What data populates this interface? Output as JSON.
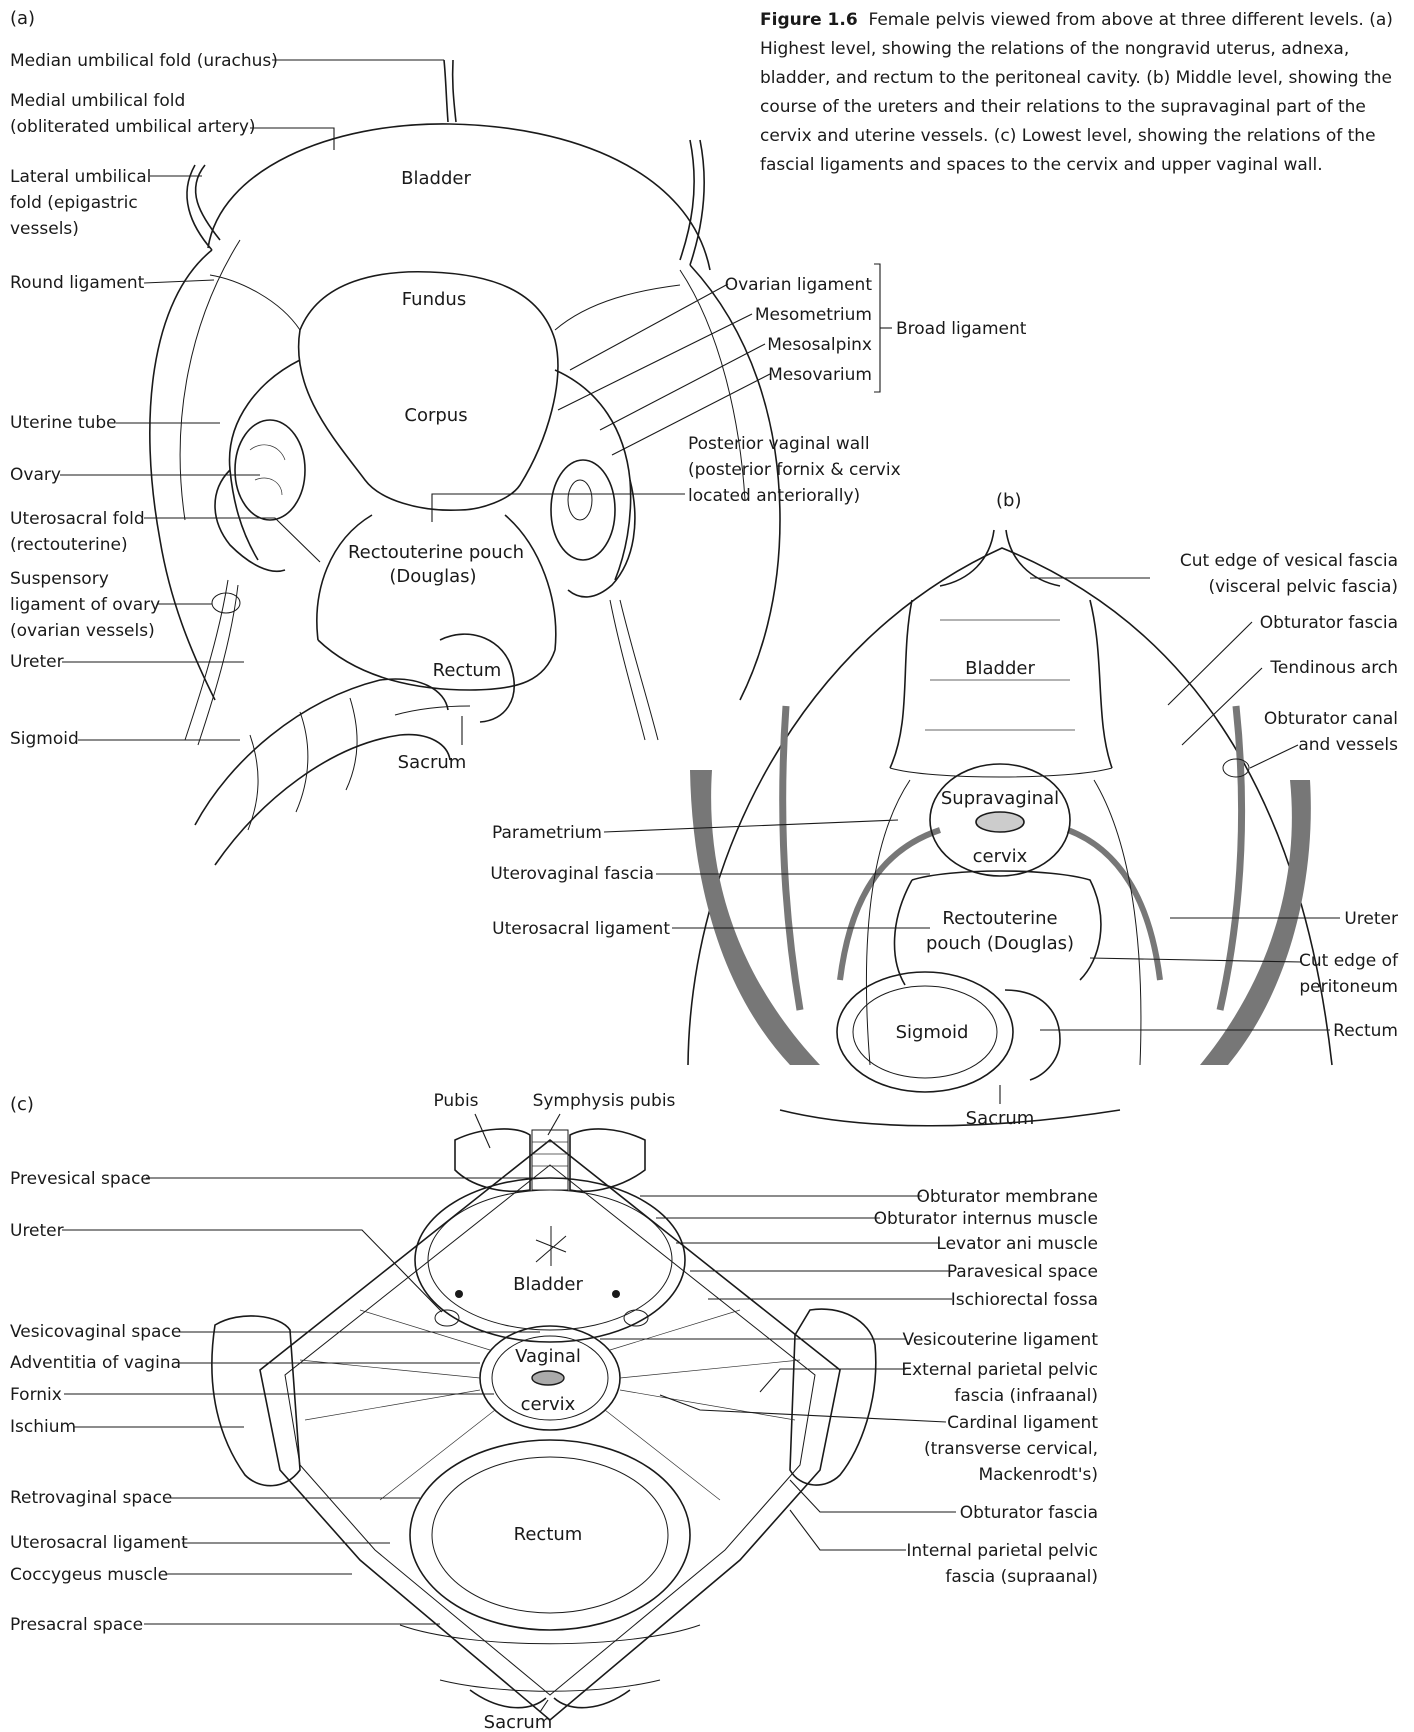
{
  "caption": {
    "number": "Figure 1.6",
    "text": "Female pelvis viewed from above at three different levels. (a) Highest level, showing the relations of the nongravid uterus, adnexa, bladder, and rectum to the peritoneal cavity. (b) Middle level, showing the course of the ureters and their relations to the supravaginal part of the cervix and uterine vessels. (c) Lowest level, showing the relations of the fascial ligaments and spaces to the cervix and upper vaginal wall."
  },
  "panel_a": {
    "letter": "(a)",
    "organs": {
      "bladder": "Bladder",
      "fundus": "Fundus",
      "corpus": "Corpus",
      "pouch_1": "Rectouterine pouch",
      "pouch_2": "(Douglas)",
      "rectum": "Rectum",
      "sacrum": "Sacrum"
    },
    "left_labels": {
      "median_umbilical": "Median umbilical fold (urachus)",
      "medial_umbilical_1": "Medial umbilical fold",
      "medial_umbilical_2": "(obliterated umbilical artery)",
      "lateral_umbilical_1": "Lateral umbilical",
      "lateral_umbilical_2": "fold (epigastric",
      "lateral_umbilical_3": "vessels)",
      "round_ligament": "Round ligament",
      "uterine_tube": "Uterine tube",
      "ovary": "Ovary",
      "uterosacral_1": "Uterosacral fold",
      "uterosacral_2": "(rectouterine)",
      "suspensory_1": "Suspensory",
      "suspensory_2": "ligament of ovary",
      "suspensory_3": "(ovarian vessels)",
      "ureter": "Ureter",
      "sigmoid": "Sigmoid"
    },
    "right_labels": {
      "ovarian_ligament": "Ovarian ligament",
      "mesometrium": "Mesometrium",
      "mesosalpinx": "Mesosalpinx",
      "mesovarium": "Mesovarium",
      "broad_ligament": "Broad ligament",
      "posterior_wall_1": "Posterior vaginal wall",
      "posterior_wall_2": "(posterior fornix & cervix",
      "posterior_wall_3": "located anteriorally)"
    }
  },
  "panel_b": {
    "letter": "(b)",
    "organs": {
      "bladder": "Bladder",
      "supravaginal_1": "Supravaginal",
      "supravaginal_2": "cervix",
      "pouch_1": "Rectouterine",
      "pouch_2": "pouch (Douglas)",
      "sigmoid": "Sigmoid",
      "sacrum": "Sacrum"
    },
    "left_labels": {
      "parametrium": "Parametrium",
      "uterovaginal_fascia": "Uterovaginal fascia",
      "uterosacral_ligament": "Uterosacral ligament"
    },
    "right_labels": {
      "cut_vesical_1": "Cut edge of vesical fascia",
      "cut_vesical_2": "(visceral pelvic fascia)",
      "obturator_fascia": "Obturator fascia",
      "tendinous_arch": "Tendinous arch",
      "obturator_canal_1": "Obturator canal",
      "obturator_canal_2": "and vessels",
      "ureter": "Ureter",
      "cut_peritoneum_1": "Cut edge of",
      "cut_peritoneum_2": "peritoneum",
      "rectum": "Rectum"
    }
  },
  "panel_c": {
    "letter": "(c)",
    "organs": {
      "bladder": "Bladder",
      "vaginal_1": "Vaginal",
      "vaginal_2": "cervix",
      "rectum": "Rectum",
      "sacrum": "Sacrum"
    },
    "top_labels": {
      "pubis": "Pubis",
      "symphysis": "Symphysis pubis"
    },
    "left_labels": {
      "prevesical_space": "Prevesical space",
      "ureter": "Ureter",
      "vesicovaginal_space": "Vesicovaginal space",
      "adventitia": "Adventitia of vagina",
      "fornix": "Fornix",
      "ischium": "Ischium",
      "retrovaginal_space": "Retrovaginal space",
      "uterosacral_ligament": "Uterosacral ligament",
      "coccygeus": "Coccygeus muscle",
      "presacral_space": "Presacral space"
    },
    "right_labels": {
      "obturator_membrane": "Obturator membrane",
      "obturator_internus": "Obturator internus muscle",
      "levator_ani": "Levator ani muscle",
      "paravesical_space": "Paravesical space",
      "ischiorectal_fossa": "Ischiorectal fossa",
      "vesicouterine": "Vesicouterine ligament",
      "external_fascia_1": "External parietal pelvic",
      "external_fascia_2": "fascia (infraanal)",
      "cardinal_1": "Cardinal ligament",
      "cardinal_2": "(transverse cervical,",
      "cardinal_3": "Mackenrodt's)",
      "obturator_fascia": "Obturator fascia",
      "internal_fascia_1": "Internal parietal pelvic",
      "internal_fascia_2": "fascia (supraanal)"
    }
  }
}
